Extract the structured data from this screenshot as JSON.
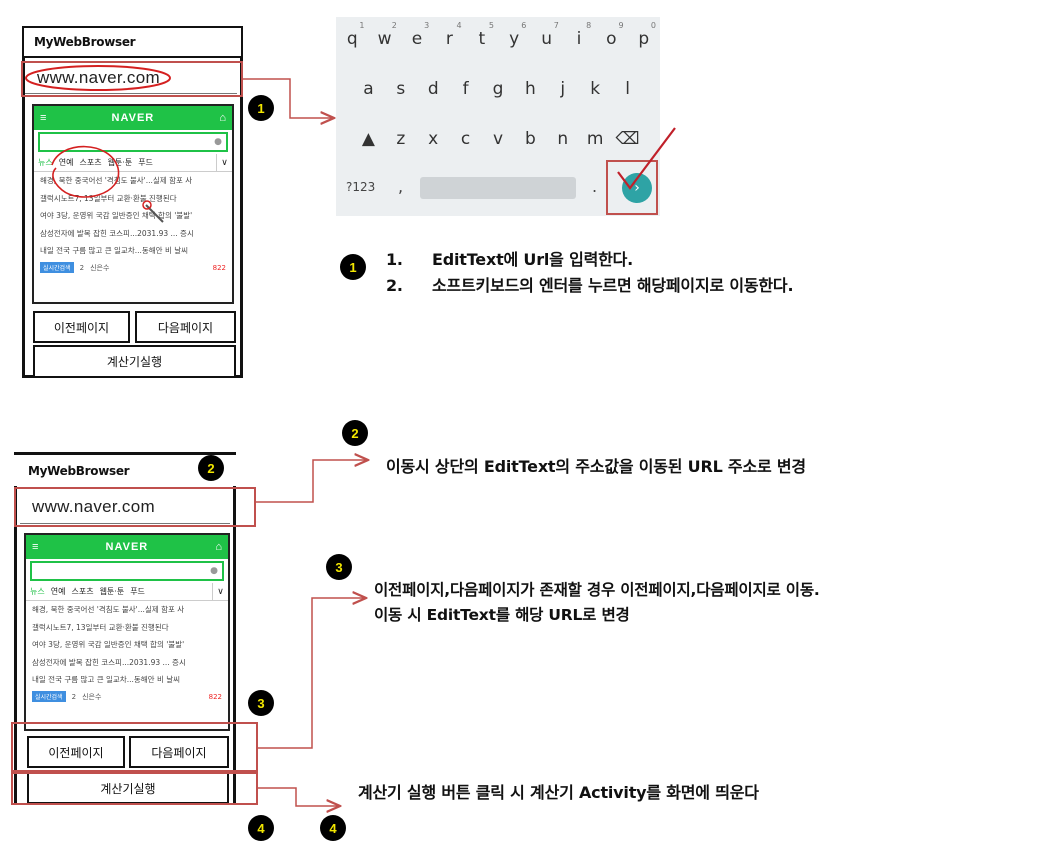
{
  "app_title": "MyWebBrowser",
  "url_value": "www.naver.com",
  "naver": {
    "logo": "NAVER",
    "tabs": [
      "뉴스",
      "연예",
      "스포츠",
      "웹툰·툰",
      "푸드"
    ],
    "headlines": [
      "해경, 북한 중국어선 '격침도 불사'...실제 함포 사",
      "갤럭시노트7, 13일부터 교환·환불 진행된다",
      "여야 3당, 운영위 국감 일반증인 채택 합의 '불발'",
      "삼성전자에 발목 잡힌 코스피...2031.93 ...      증시",
      "내일 전국 구름 많고 큰 일교차...동해안 비      날씨"
    ],
    "footer_badge": "실시간검색",
    "footer_rank": "2",
    "footer_keyword": "신은수",
    "footer_count": "822"
  },
  "buttons": {
    "prev": "이전페이지",
    "next": "다음페이지",
    "calc": "계산기실행"
  },
  "keyboard": {
    "row1": [
      "q",
      "w",
      "e",
      "r",
      "t",
      "y",
      "u",
      "i",
      "o",
      "p"
    ],
    "row1_nums": [
      "1",
      "2",
      "3",
      "4",
      "5",
      "6",
      "7",
      "8",
      "9",
      "0"
    ],
    "row2": [
      "a",
      "s",
      "d",
      "f",
      "g",
      "h",
      "j",
      "k",
      "l"
    ],
    "row3": [
      "z",
      "x",
      "c",
      "v",
      "b",
      "n",
      "m"
    ],
    "sym_key": "?123",
    "comma": ",",
    "period": "."
  },
  "badges": {
    "b1": "1",
    "b2": "2",
    "b3": "3",
    "b4": "4"
  },
  "notes": {
    "n1_1_num": "1.",
    "n1_1": "EditText에 Url을 입력한다.",
    "n1_2_num": "2.",
    "n1_2": "소프트키보드의 엔터를 누르면 해당페이지로 이동한다.",
    "n2": "이동시 상단의 EditText의 주소값을 이동된 URL 주소로 변경",
    "n3_1": "이전페이지,다음페이지가 존재할 경우 이전페이지,다음페이지로 이동.",
    "n3_2": "이동 시 EditText를 해당 URL로 변경",
    "n4": "계산기 실행 버튼 클릭 시 계산기 Activity를 화면에 띄운다"
  },
  "colors": {
    "annotation_red": "#c0504d",
    "naver_green": "#1fc247",
    "badge_fill": "#000000",
    "badge_text": "#f2e600",
    "enter_key": "#2ea3a5"
  }
}
